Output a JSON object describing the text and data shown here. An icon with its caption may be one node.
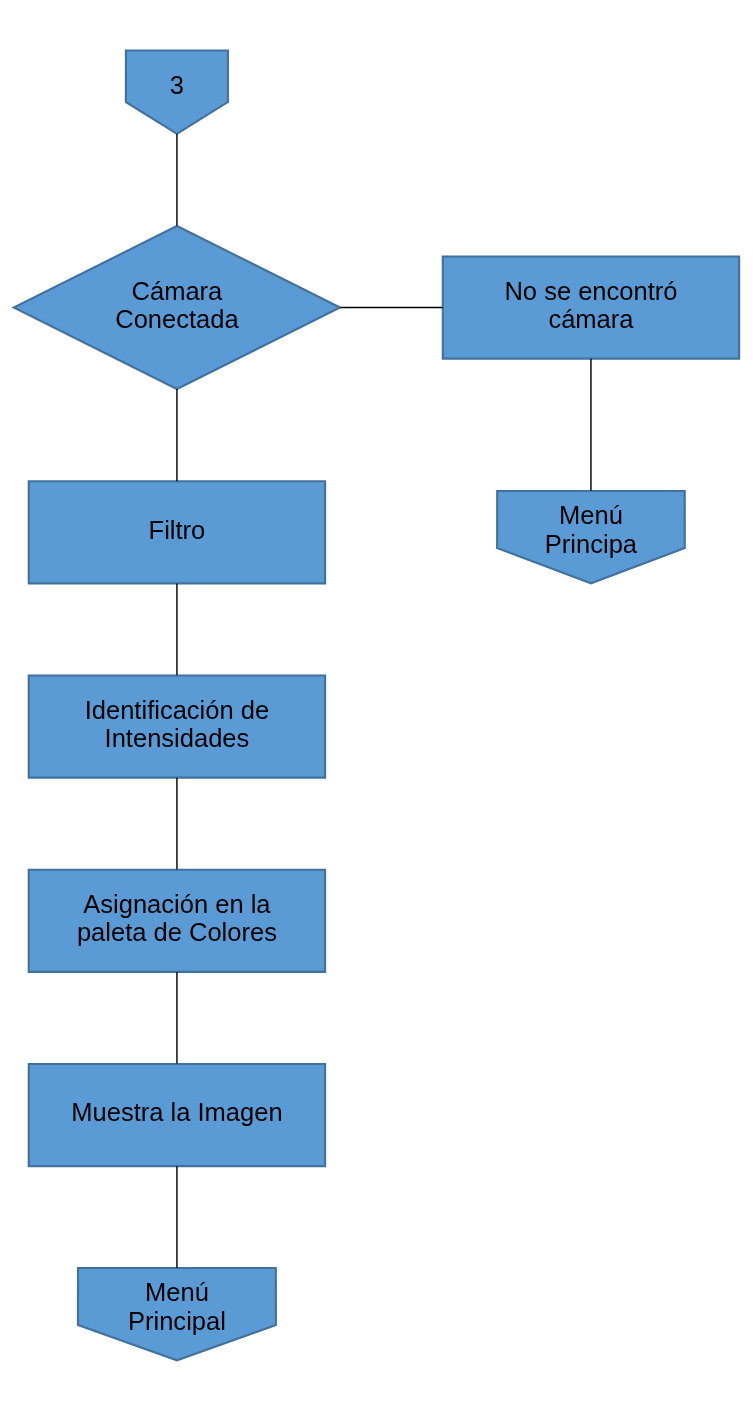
{
  "diagram": {
    "nodes": [
      {
        "text": [
          "3"
        ]
      },
      {
        "text": [
          "Cámara Conectada"
        ]
      },
      {
        "text": [
          "No se encontró cámara"
        ]
      },
      {
        "text": [
          "Menú Principa"
        ]
      },
      {
        "text": [
          "Filtro"
        ]
      },
      {
        "text": [
          "Identificación de Intensidades"
        ]
      },
      {
        "text": [
          "Asignación en la paleta de Colores"
        ]
      },
      {
        "text": [
          "Muestra la Imagen"
        ]
      },
      {
        "text": [
          "Menú Principal"
        ]
      }
    ],
    "edges": [
      {
        "from": 0,
        "to": 1,
        "arrow": "none"
      },
      {
        "from": 1,
        "to": 2,
        "arrow": "none"
      },
      {
        "from": 2,
        "to": 3,
        "arrow": "none"
      },
      {
        "from": 1,
        "to": 4,
        "arrow": "none"
      },
      {
        "from": 4,
        "to": 5,
        "arrow": "none"
      },
      {
        "from": 5,
        "to": 6,
        "arrow": "none"
      },
      {
        "from": 6,
        "to": 7,
        "arrow": "none"
      },
      {
        "from": 7,
        "to": 8,
        "arrow": "none"
      }
    ]
  }
}
